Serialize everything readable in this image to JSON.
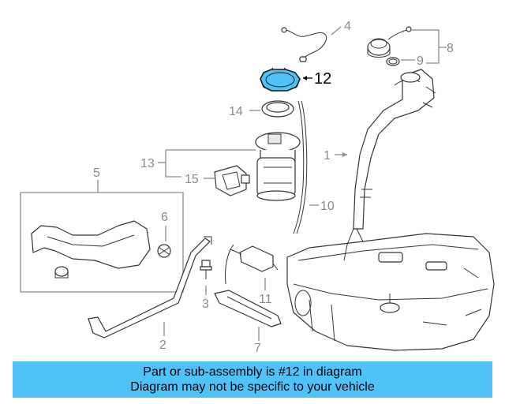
{
  "callouts": {
    "c1": "1",
    "c2": "2",
    "c3": "3",
    "c4": "4",
    "c5": "5",
    "c6": "6",
    "c7": "7",
    "c8": "8",
    "c9": "9",
    "c10": "10",
    "c11": "11",
    "c12": "12",
    "c13": "13",
    "c14": "14",
    "c15": "15"
  },
  "highlight_part": "12",
  "colors": {
    "highlight": "#4fc3f7",
    "banner": "#4fc3f7",
    "lines": "#8a8a8a",
    "parts": "#333333"
  },
  "banner": {
    "line1": "Part or sub-assembly is #12 in diagram",
    "line2": "Diagram may not be specific to your vehicle"
  }
}
